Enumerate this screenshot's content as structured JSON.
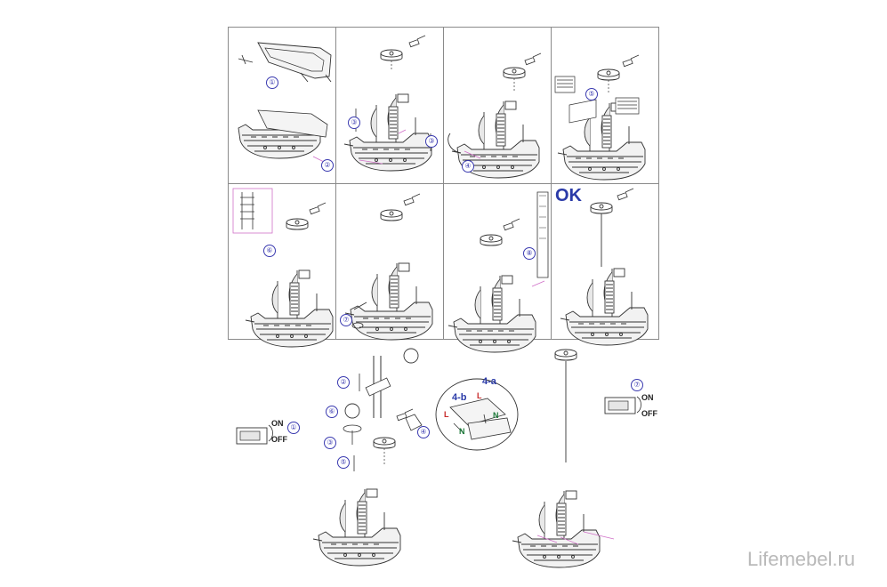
{
  "steps": {
    "s1": "①",
    "s2": "②",
    "s3": "③",
    "s4": "④",
    "s5": "⑤",
    "s6": "⑥",
    "s7": "⑦",
    "s8": "⑧"
  },
  "ok_label": "OK",
  "switch_on": "ON",
  "switch_off": "OFF",
  "wire_labels": {
    "l": "L",
    "n": "N",
    "a": "4-a",
    "b": "4-b"
  },
  "watermark": "Lifemebel.ru",
  "colors": {
    "line": "#333333",
    "accent": "#2a3aa8",
    "pink": "#d070c8",
    "red": "#c82a2a",
    "green": "#1d7a3a"
  }
}
